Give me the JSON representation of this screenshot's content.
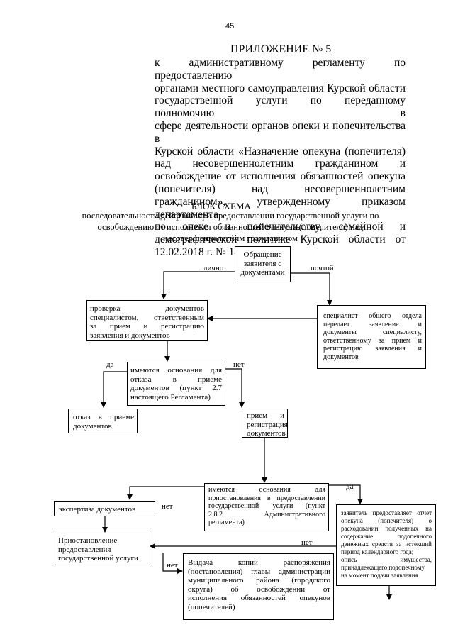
{
  "page_number": "45",
  "appendix": {
    "title": "ПРИЛОЖЕНИЕ № 5",
    "lines": [
      "к административному регламенту по предоставлению",
      "органами местного самоуправления Курской области",
      "государственной услуги по переданному полномочию в",
      "сфере деятельности органов опеки и попечительства в",
      "Курской области «Назначение опекуна (попечителя)",
      "над несовершеннолетним гражданином и",
      "освобождение от исполнения обязанностей опекуна",
      "(попечителя) над несовершеннолетним",
      "гражданином», утвержденному приказом департамента",
      "по опеке и попечительству, семейной и",
      "демографической политике Курской области от",
      "12.02.2018 г. № 14"
    ]
  },
  "scheme": {
    "title": "БЛОК СХЕМА",
    "subtitle_lines": [
      "последовательности действий при предоставлении государственной услуги по",
      "освобождению от исполнения обязанностей опекуна (попечителя) над",
      "несовершеннолетним гражданином"
    ]
  },
  "boxes": {
    "request": [
      "Обращение",
      "заявителя с",
      "документами"
    ],
    "check": [
      "проверка документов",
      "специалистом, ответственным",
      "за прием и регистрацию",
      "заявления и документов"
    ],
    "general_dept": [
      "специалист общего отдела",
      "передает заявление и",
      "документы специалисту,",
      "ответственному за прием и",
      "регистрацию заявления и",
      "документов"
    ],
    "refusal_grounds": [
      "имеются основания для",
      "отказа в приеме",
      "документов (пункт 2.7",
      "настоящего Регламента)"
    ],
    "refusal": [
      "отказ в приеме",
      "документов"
    ],
    "accept": [
      "прием и",
      "регистрация",
      "документов"
    ],
    "suspend_grounds": [
      "имеются основания для",
      "приостановления в предоставлении",
      "государственной 'услуги (пункт",
      "2.8.2 Административного",
      "регламента)"
    ],
    "expertise": [
      "экспертиза документов"
    ],
    "suspension": [
      "Приостановление",
      "предоставления",
      "государственной услуги"
    ],
    "issuance": [
      "Выдача копии распоряжения",
      "(постановления) главы администрации",
      "муниципального района (городского",
      "округа) об освобождении от",
      "исполнения обязанностей опекунов",
      "(попечителей)"
    ],
    "report": [
      "заявитель предоставляет отчет",
      "опекуна (попечителя) о",
      "расходовании полученных на",
      "содержание подопечного",
      "денежных средств за истекший",
      "период календарного года;",
      "опись имущества,",
      "принадлежащего подопечному",
      "на момент подачи заявления"
    ]
  },
  "labels": {
    "in_person": "лично",
    "by_mail": "почтой",
    "yes_1": "да",
    "no_1": "нет",
    "yes_2": "да",
    "no_2": "нет",
    "no_3": "нет",
    "no_4": "нет"
  }
}
